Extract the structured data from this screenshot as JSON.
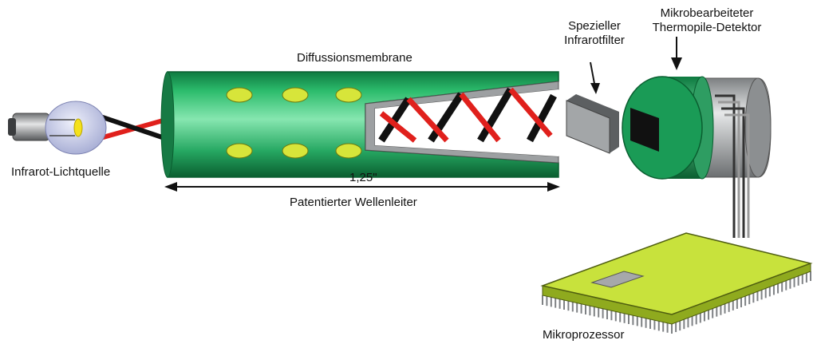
{
  "labels": {
    "light_source": "Infrarot-Lichtquelle",
    "membrane": "Diffussionsmembrane",
    "length": "1,25\"",
    "waveguide": "Patentierter Wellenleiter",
    "filter_line1": "Spezieller",
    "filter_line2": "Infrarotfilter",
    "detector_line1": "Mikrobearbeiteter",
    "detector_line2": "Thermopile-Detektor",
    "processor": "Mikroprozessor"
  },
  "colors": {
    "tube_green": "#1fa860",
    "tube_dark": "#0c6b38",
    "tube_light": "#7be0a8",
    "holes": "#d7e53a",
    "chip_top": "#c8e23c",
    "chip_side": "#8faa1e",
    "detector_green": "#18a05a",
    "detector_gray": "#a9acad",
    "filter_gray": "#9a9c9e",
    "bulb_glass": "#c9cde8",
    "red_wire": "#e0201c",
    "black_wire": "#111111"
  }
}
